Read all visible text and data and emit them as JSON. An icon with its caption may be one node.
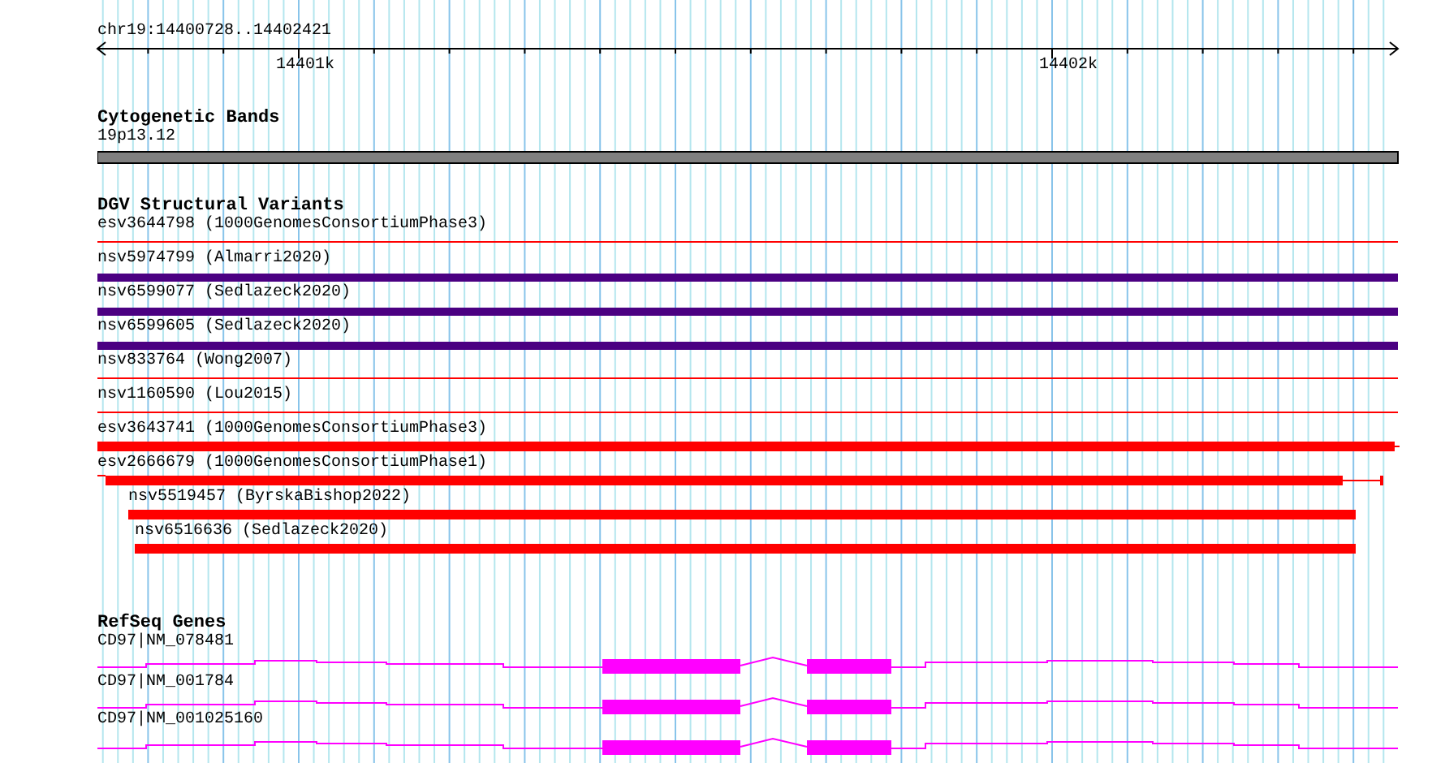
{
  "diagram": {
    "nodes": [
      {
        "text": [
          "19p13.12"
        ]
      },
      {
        "text": [
          "esv3644798 (1000GenomesConsortiumPhase3)"
        ]
      },
      {
        "text": [
          "nsv5974799 (Almarri2020)"
        ]
      },
      {
        "text": [
          "nsv6599077 (Sedlazeck2020)"
        ]
      },
      {
        "text": [
          "nsv6599605 (Sedlazeck2020)"
        ]
      },
      {
        "text": [
          "nsv833764 (Wong2007)"
        ]
      },
      {
        "text": [
          "nsv1160590 (Lou2015)"
        ]
      },
      {
        "text": [
          "esv3643741 (1000GenomesConsortiumPhase3)"
        ]
      },
      {
        "text": [
          "esv2666679 (1000GenomesConsortiumPhase1)"
        ]
      },
      {
        "text": [
          "nsv5519457 (ByrskaBishop2022)"
        ]
      },
      {
        "text": [
          "nsv6516636 (Sedlazeck2020)"
        ]
      },
      {
        "text": [
          "CD97|NM_078481"
        ]
      },
      {
        "text": [
          "CD97|NM_001784"
        ]
      },
      {
        "text": [
          "CD97|NM_001025160"
        ]
      }
    ],
    "labels": [
      "chr19:14400728..14402421",
      "14401k",
      "14402k",
      "Cytogenetic Bands",
      "DGV Structural Variants",
      "RefSeq Genes"
    ]
  }
}
